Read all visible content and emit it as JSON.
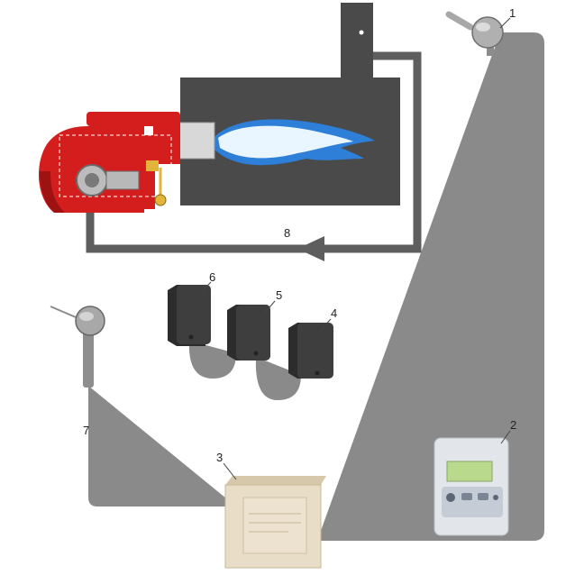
{
  "colors": {
    "boiler": "#4a4a4a",
    "duct": "#5e5e5e",
    "burner_red": "#d41e1e",
    "flame_core": "#eaf6ff",
    "flame_edge": "#2e7fd8",
    "wire": "#8a8a8a",
    "actuator": "#3e3e3e",
    "controller": "#e8ddc7",
    "panel": "#e2e6ea",
    "lcd": "#b9d98c"
  },
  "labels": {
    "n1": "1",
    "n2": "2",
    "n3": "3",
    "n4": "4",
    "n5": "5",
    "n6": "6",
    "n7": "7",
    "n8": "8"
  }
}
